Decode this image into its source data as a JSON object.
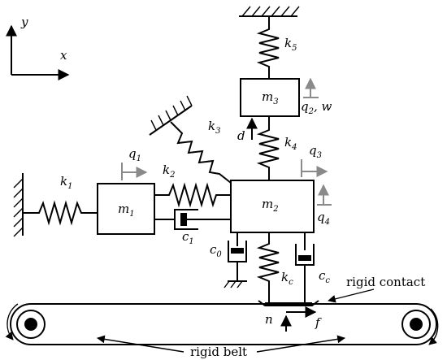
{
  "axes": {
    "y": "y",
    "x": "x"
  },
  "labels": {
    "k1": {
      "base": "k",
      "sub": "1"
    },
    "k2": {
      "base": "k",
      "sub": "2"
    },
    "k3": {
      "base": "k",
      "sub": "3"
    },
    "k4": {
      "base": "k",
      "sub": "4"
    },
    "k5": {
      "base": "k",
      "sub": "5"
    },
    "kc": {
      "base": "k",
      "sub": "c"
    },
    "c0": {
      "base": "c",
      "sub": "0"
    },
    "c1": {
      "base": "c",
      "sub": "1"
    },
    "cc": {
      "base": "c",
      "sub": "c"
    },
    "m1": {
      "base": "m",
      "sub": "1"
    },
    "m2": {
      "base": "m",
      "sub": "2"
    },
    "m3": {
      "base": "m",
      "sub": "3"
    },
    "q1": {
      "base": "q",
      "sub": "1"
    },
    "q2": {
      "base": "q",
      "sub": "2",
      "suffix": ", w"
    },
    "q3": {
      "base": "q",
      "sub": "3"
    },
    "q4": {
      "base": "q",
      "sub": "4"
    },
    "d": "d",
    "n": "n",
    "f": "f"
  },
  "annotations": {
    "rigid_contact": "rigid contact",
    "rigid_belt": "rigid belt"
  }
}
